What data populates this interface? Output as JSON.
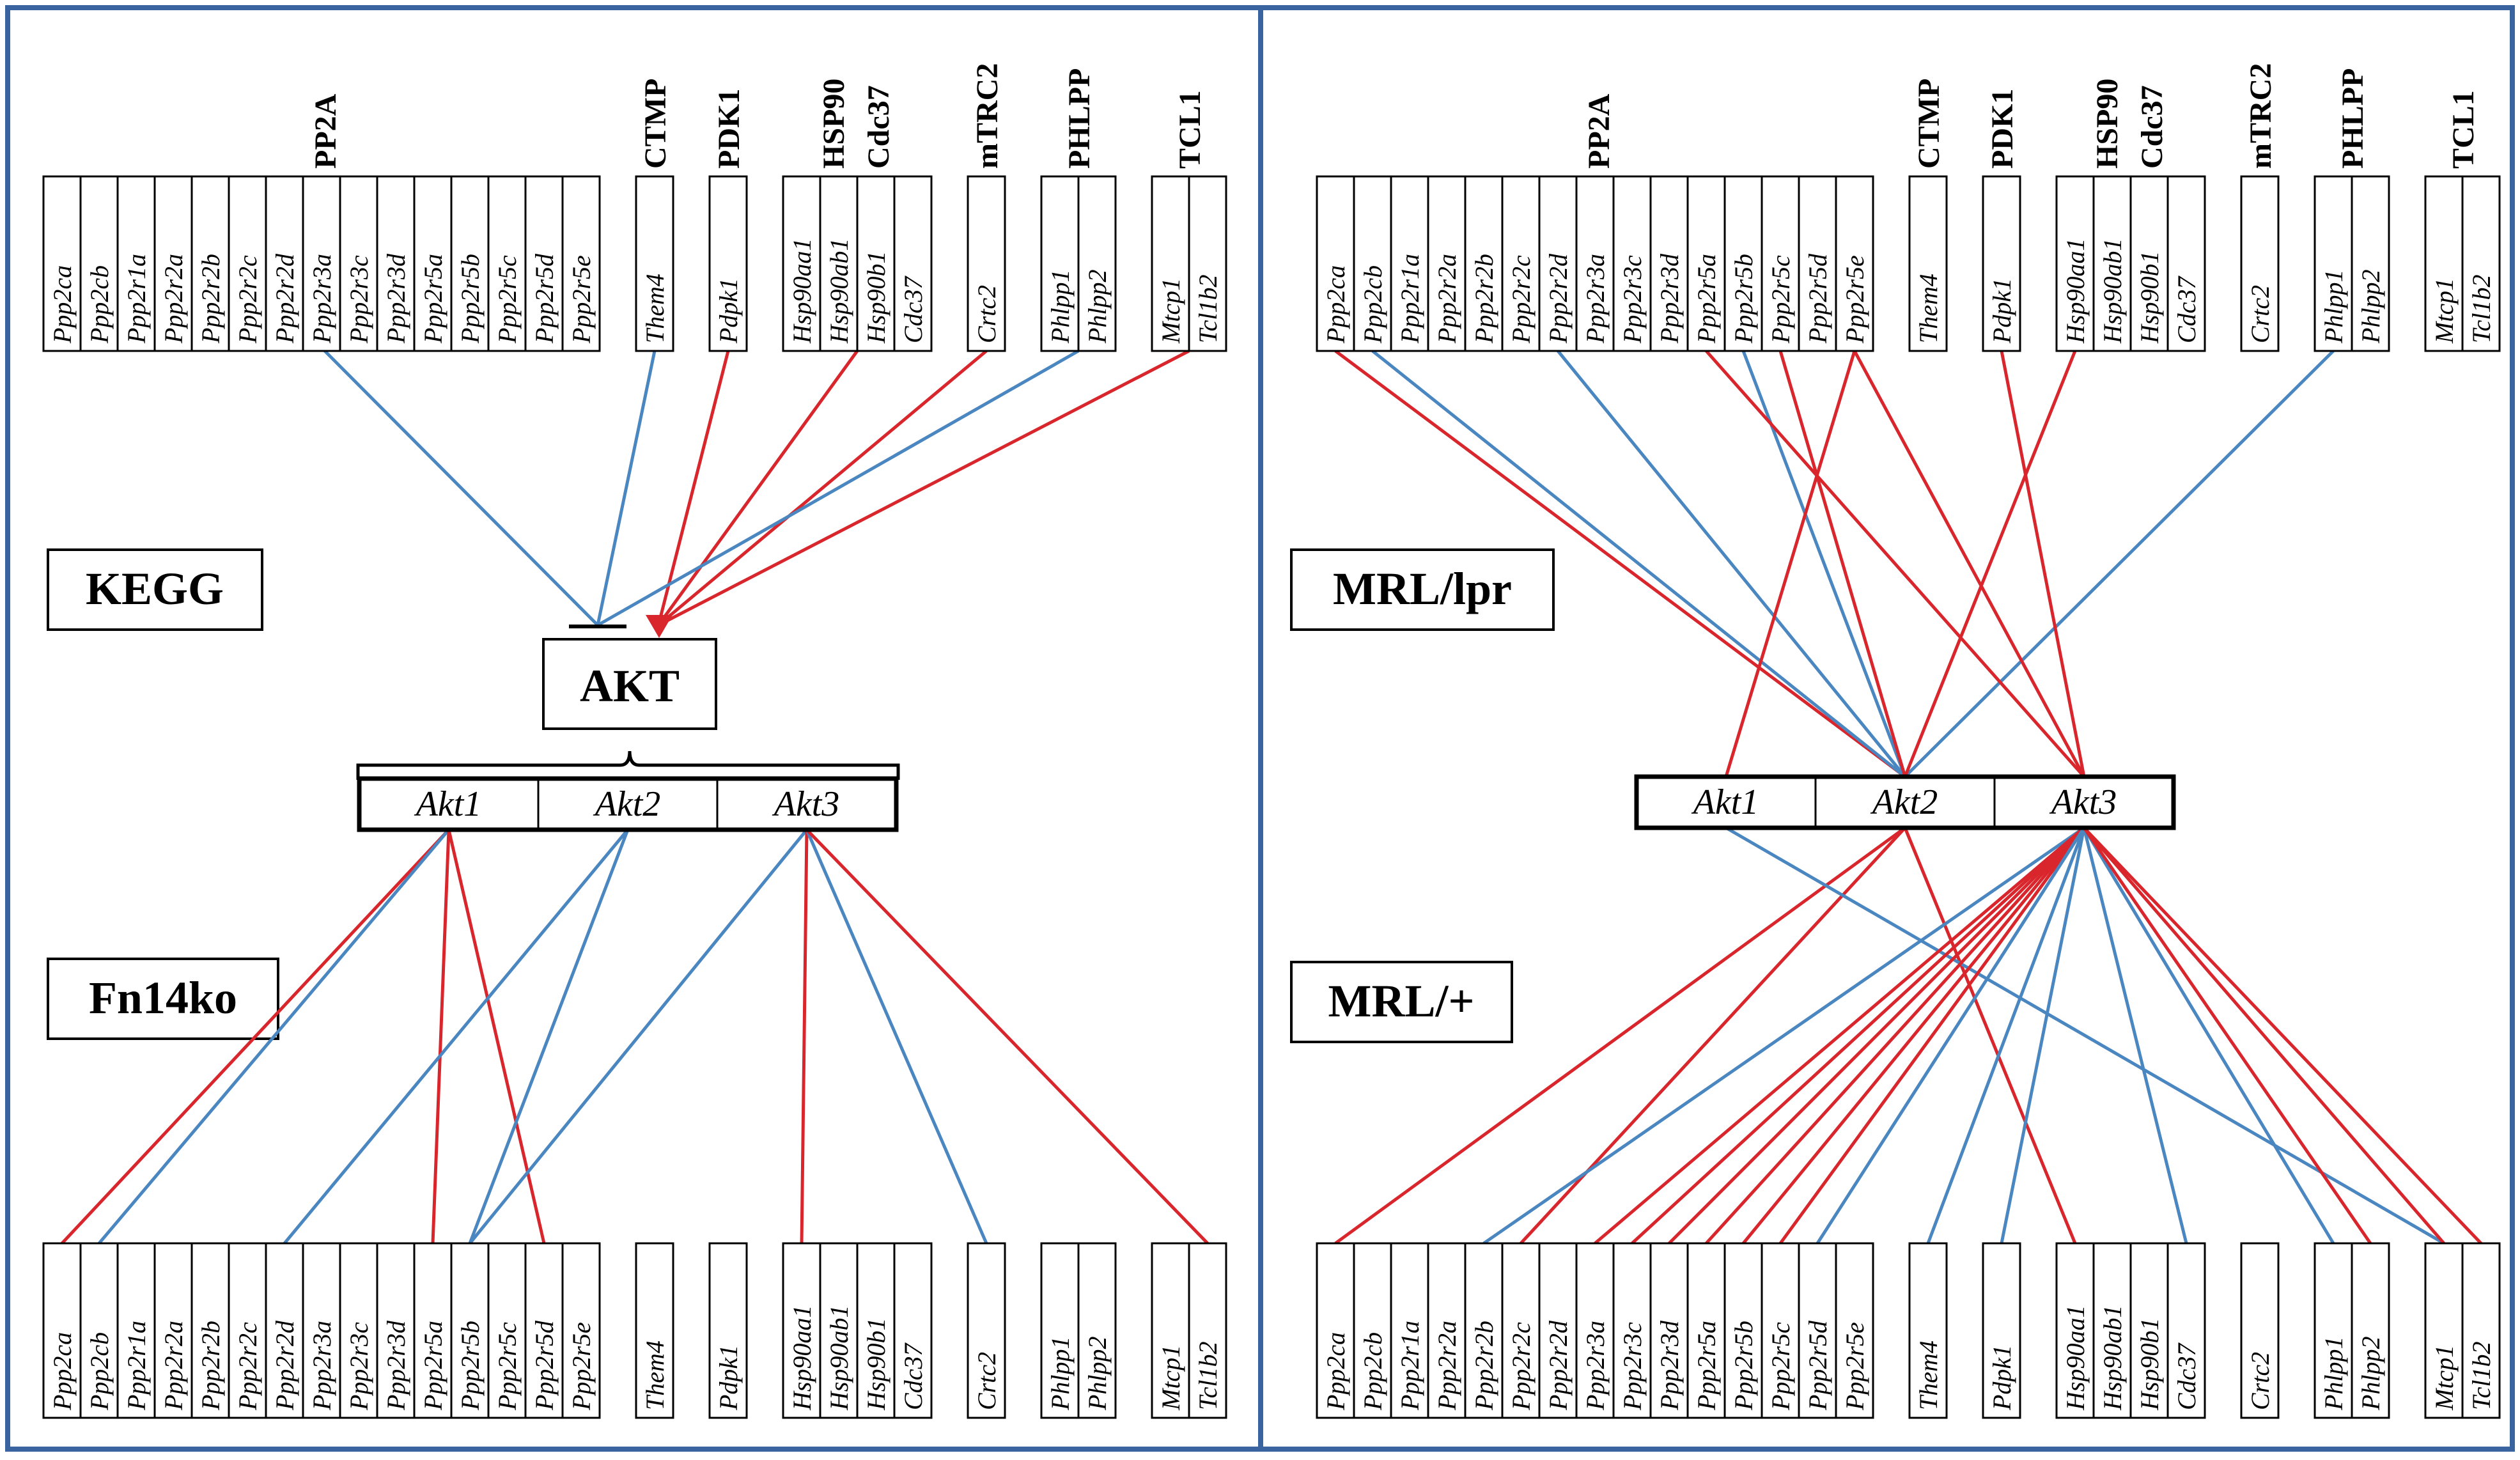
{
  "colors": {
    "panel_border": "#3a64a0",
    "up": "#d9262c",
    "down": "#4a86c0",
    "ink": "#000000"
  },
  "groups": [
    {
      "name": "PP2A",
      "genes": [
        "Ppp2ca",
        "Ppp2cb",
        "Ppp2r1a",
        "Ppp2r2a",
        "Ppp2r2b",
        "Ppp2r2c",
        "Ppp2r2d",
        "Ppp2r3a",
        "Ppp2r3c",
        "Ppp2r3d",
        "Ppp2r5a",
        "Ppp2r5b",
        "Ppp2r5c",
        "Ppp2r5d",
        "Ppp2r5e"
      ]
    },
    {
      "name": "CTMP",
      "genes": [
        "Them4"
      ]
    },
    {
      "name": "PDK1",
      "genes": [
        "Pdpk1"
      ]
    },
    {
      "name": "HSP90",
      "name2": "Cdc37",
      "genes": [
        "Hsp90aa1",
        "Hsp90ab1",
        "Hsp90b1",
        "Cdc37"
      ]
    },
    {
      "name": "mTRC2",
      "genes": [
        "Crtc2"
      ]
    },
    {
      "name": "PHLPP",
      "genes": [
        "Phlpp1",
        "Phlpp2"
      ]
    },
    {
      "name": "TCL1",
      "genes": [
        "Mtcp1",
        "Tcl1b2"
      ]
    }
  ],
  "akt_genes": [
    "Akt1",
    "Akt2",
    "Akt3"
  ],
  "left_panel": {
    "label_top": "KEGG",
    "label_bottom": "Fn14ko",
    "center_label": "AKT",
    "regulators": [
      {
        "source": "PP2A",
        "type": "inhibit"
      },
      {
        "source": "CTMP",
        "type": "inhibit"
      },
      {
        "source": "PDK1",
        "type": "activate"
      },
      {
        "source": "HSP90",
        "type": "activate"
      },
      {
        "source": "mTRC2",
        "type": "activate"
      },
      {
        "source": "PHLPP",
        "type": "inhibit"
      },
      {
        "source": "TCL1",
        "type": "activate"
      }
    ],
    "edges": [
      {
        "akt": "Akt1",
        "gene": "Ppp2ca",
        "sign": "up"
      },
      {
        "akt": "Akt1",
        "gene": "Ppp2cb",
        "sign": "down"
      },
      {
        "akt": "Akt1",
        "gene": "Ppp2r5a",
        "sign": "up"
      },
      {
        "akt": "Akt1",
        "gene": "Ppp2r5d",
        "sign": "up"
      },
      {
        "akt": "Akt2",
        "gene": "Ppp2r2d",
        "sign": "down"
      },
      {
        "akt": "Akt2",
        "gene": "Ppp2r5b",
        "sign": "down"
      },
      {
        "akt": "Akt3",
        "gene": "Ppp2r5b",
        "sign": "down"
      },
      {
        "akt": "Akt3",
        "gene": "Hsp90aa1",
        "sign": "up"
      },
      {
        "akt": "Akt3",
        "gene": "Crtc2",
        "sign": "down"
      },
      {
        "akt": "Akt3",
        "gene": "Tcl1b2",
        "sign": "up"
      }
    ]
  },
  "right_panel": {
    "label_top": "MRL/lpr",
    "label_bottom": "MRL/+",
    "top_edges": [
      {
        "akt": "Akt2",
        "gene": "Ppp2ca",
        "sign": "up"
      },
      {
        "akt": "Akt2",
        "gene": "Ppp2cb",
        "sign": "down"
      },
      {
        "akt": "Akt2",
        "gene": "Ppp2r2d",
        "sign": "down"
      },
      {
        "akt": "Akt2",
        "gene": "Ppp2r5b",
        "sign": "down"
      },
      {
        "akt": "Akt2",
        "gene": "Ppp2r5c",
        "sign": "up"
      },
      {
        "akt": "Akt2",
        "gene": "Phlpp1",
        "sign": "down"
      },
      {
        "akt": "Akt1",
        "gene": "Ppp2r5e",
        "sign": "up"
      },
      {
        "akt": "Akt3",
        "gene": "Ppp2r5a",
        "sign": "up"
      },
      {
        "akt": "Akt3",
        "gene": "Ppp2r5e",
        "sign": "up"
      },
      {
        "akt": "Akt3",
        "gene": "Pdpk1",
        "sign": "up"
      },
      {
        "akt": "Akt2",
        "gene": "Hsp90aa1",
        "sign": "up"
      }
    ],
    "bottom_edges": [
      {
        "akt": "Akt2",
        "gene": "Ppp2ca",
        "sign": "up"
      },
      {
        "akt": "Akt2",
        "gene": "Ppp2r2c",
        "sign": "up"
      },
      {
        "akt": "Akt2",
        "gene": "Hsp90aa1",
        "sign": "up"
      },
      {
        "akt": "Akt1",
        "gene": "Mtcp1",
        "sign": "down"
      },
      {
        "akt": "Akt3",
        "gene": "Ppp2r2b",
        "sign": "down"
      },
      {
        "akt": "Akt3",
        "gene": "Ppp2r3a",
        "sign": "up"
      },
      {
        "akt": "Akt3",
        "gene": "Ppp2r3c",
        "sign": "up"
      },
      {
        "akt": "Akt3",
        "gene": "Ppp2r3d",
        "sign": "up"
      },
      {
        "akt": "Akt3",
        "gene": "Ppp2r5a",
        "sign": "up"
      },
      {
        "akt": "Akt3",
        "gene": "Ppp2r5b",
        "sign": "up"
      },
      {
        "akt": "Akt3",
        "gene": "Ppp2r5c",
        "sign": "up"
      },
      {
        "akt": "Akt3",
        "gene": "Ppp2r5d",
        "sign": "down"
      },
      {
        "akt": "Akt3",
        "gene": "Them4",
        "sign": "down"
      },
      {
        "akt": "Akt3",
        "gene": "Pdpk1",
        "sign": "down"
      },
      {
        "akt": "Akt3",
        "gene": "Cdc37",
        "sign": "down"
      },
      {
        "akt": "Akt3",
        "gene": "Phlpp1",
        "sign": "down"
      },
      {
        "akt": "Akt3",
        "gene": "Phlpp2",
        "sign": "up"
      },
      {
        "akt": "Akt3",
        "gene": "Mtcp1",
        "sign": "up"
      },
      {
        "akt": "Akt3",
        "gene": "Tcl1b2",
        "sign": "up"
      }
    ]
  }
}
